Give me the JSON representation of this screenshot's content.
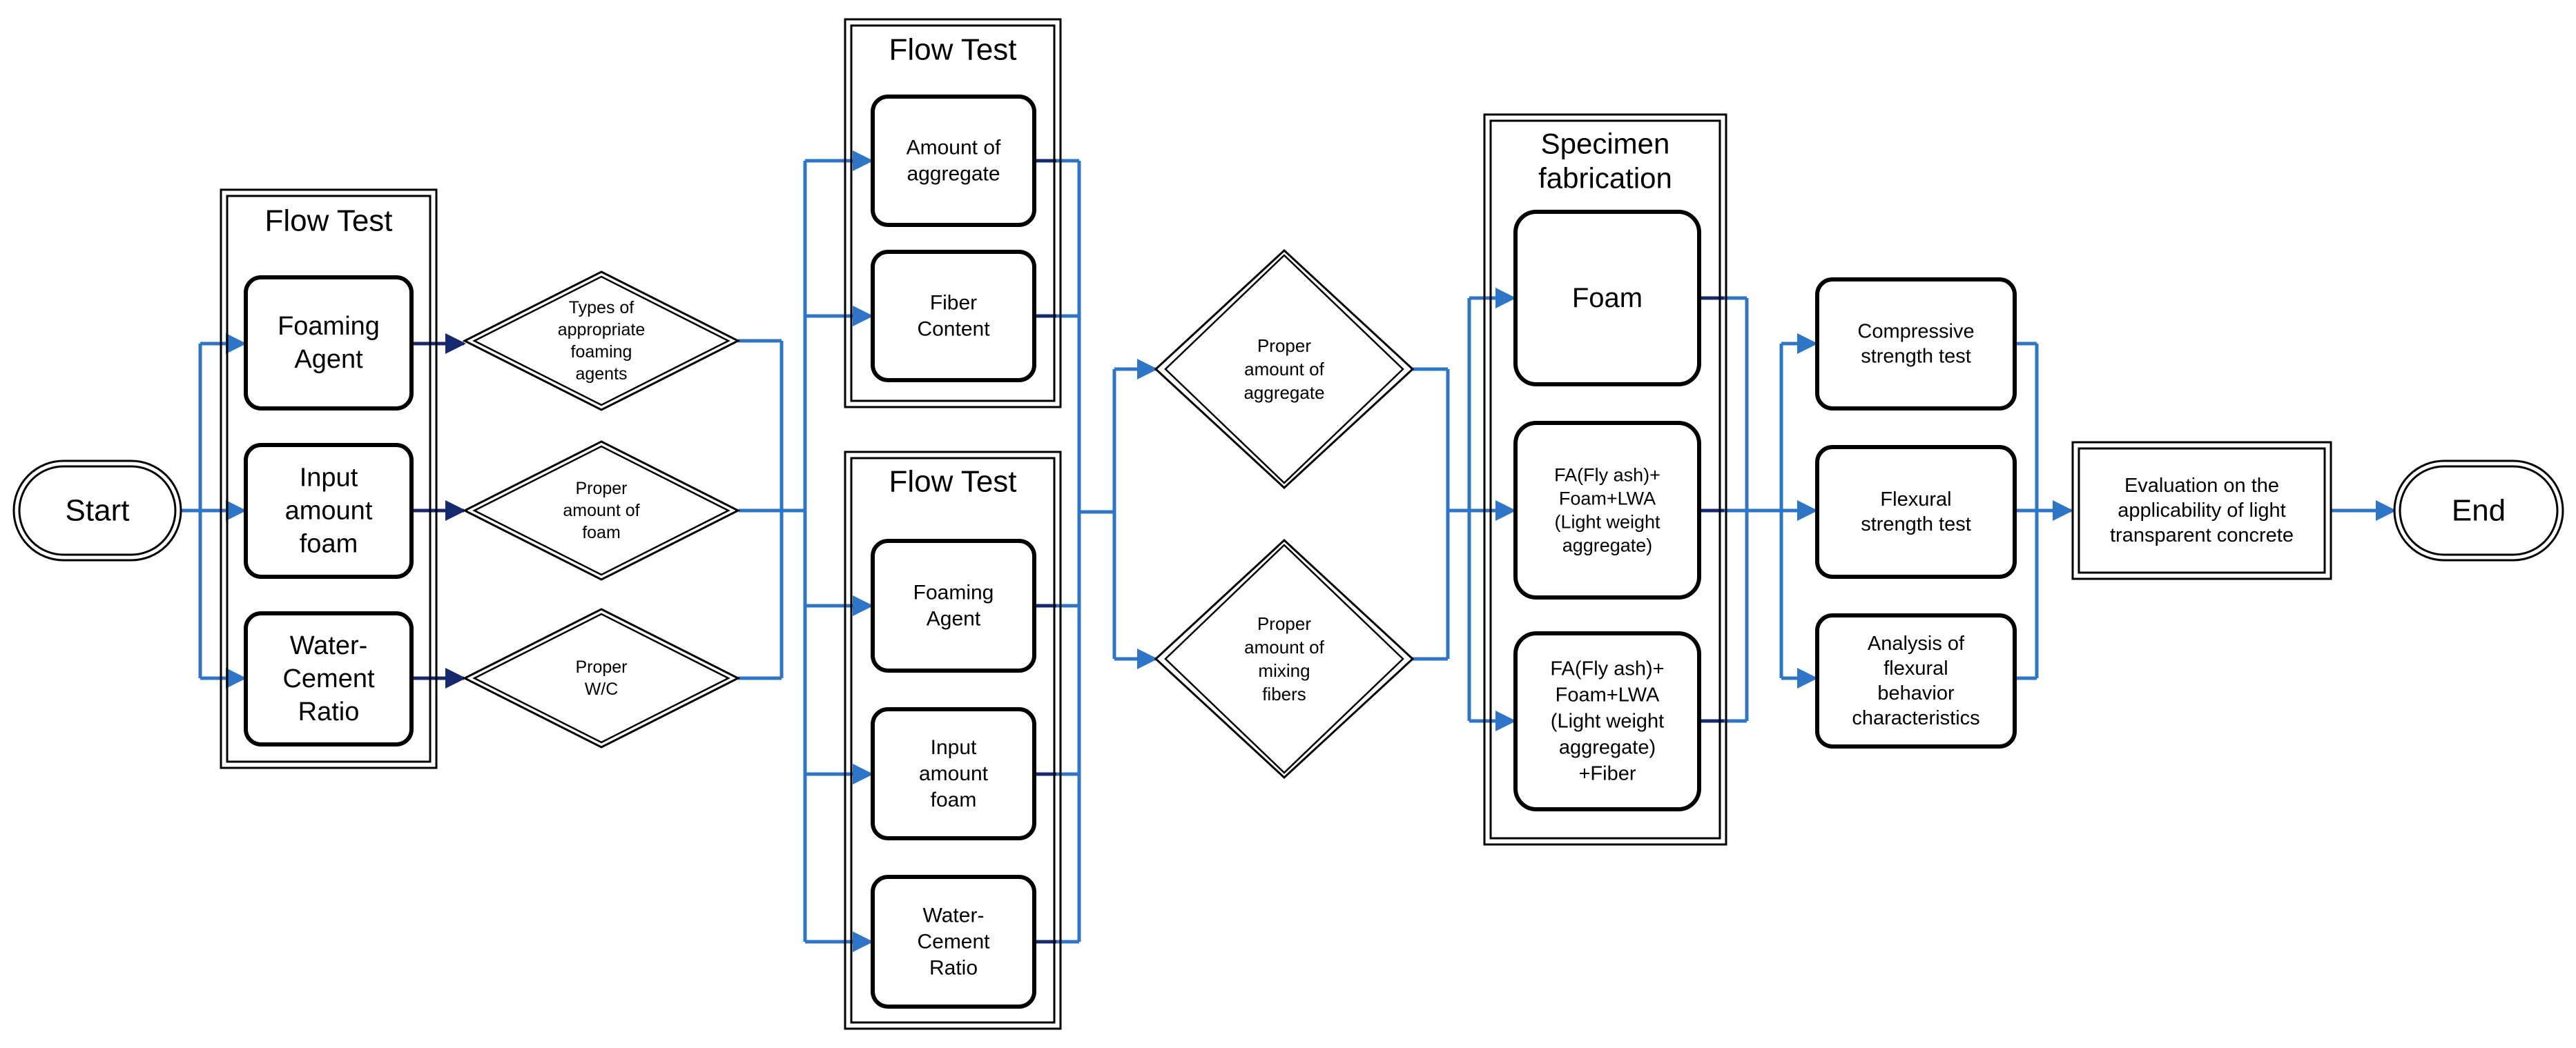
{
  "colors": {
    "connector": "#2e75c8",
    "dark_connector": "#16286e",
    "stroke": "#000000",
    "background": "#ffffff"
  },
  "start": "Start",
  "end": "End",
  "group1": {
    "title": "Flow Test",
    "items": [
      [
        "Foaming",
        "Agent"
      ],
      [
        "Input",
        "amount",
        "foam"
      ],
      [
        "Water-",
        "Cement",
        "Ratio"
      ]
    ]
  },
  "decisions1": [
    [
      "Types of",
      "appropriate",
      "foaming",
      "agents"
    ],
    [
      "Proper",
      "amount of",
      "foam"
    ],
    [
      "Proper",
      "W/C"
    ]
  ],
  "group2": {
    "title": "Flow Test",
    "items": [
      [
        "Amount of",
        "aggregate"
      ],
      [
        "Fiber",
        "Content"
      ]
    ]
  },
  "group3": {
    "title": "Flow Test",
    "items": [
      [
        "Foaming",
        "Agent"
      ],
      [
        "Input",
        "amount",
        "foam"
      ],
      [
        "Water-",
        "Cement",
        "Ratio"
      ]
    ]
  },
  "decisions2": [
    [
      "Proper",
      "amount of",
      "aggregate"
    ],
    [
      "Proper",
      "amount of",
      "mixing",
      "fibers"
    ]
  ],
  "group4": {
    "title": [
      "Specimen",
      "fabrication"
    ],
    "items": [
      [
        "Foam"
      ],
      [
        "FA(Fly ash)+",
        "Foam+LWA",
        "(Light weight",
        "aggregate)"
      ],
      [
        "FA(Fly ash)+",
        "Foam+LWA",
        "(Light weight",
        "aggregate)",
        "+Fiber"
      ]
    ]
  },
  "tests": [
    [
      "Compressive",
      "strength test"
    ],
    [
      "Flexural",
      "strength test"
    ],
    [
      "Analysis of",
      "flexural",
      "behavior",
      "characteristics"
    ]
  ],
  "evaluation": [
    "Evaluation on the",
    "applicability of light",
    "transparent concrete"
  ]
}
